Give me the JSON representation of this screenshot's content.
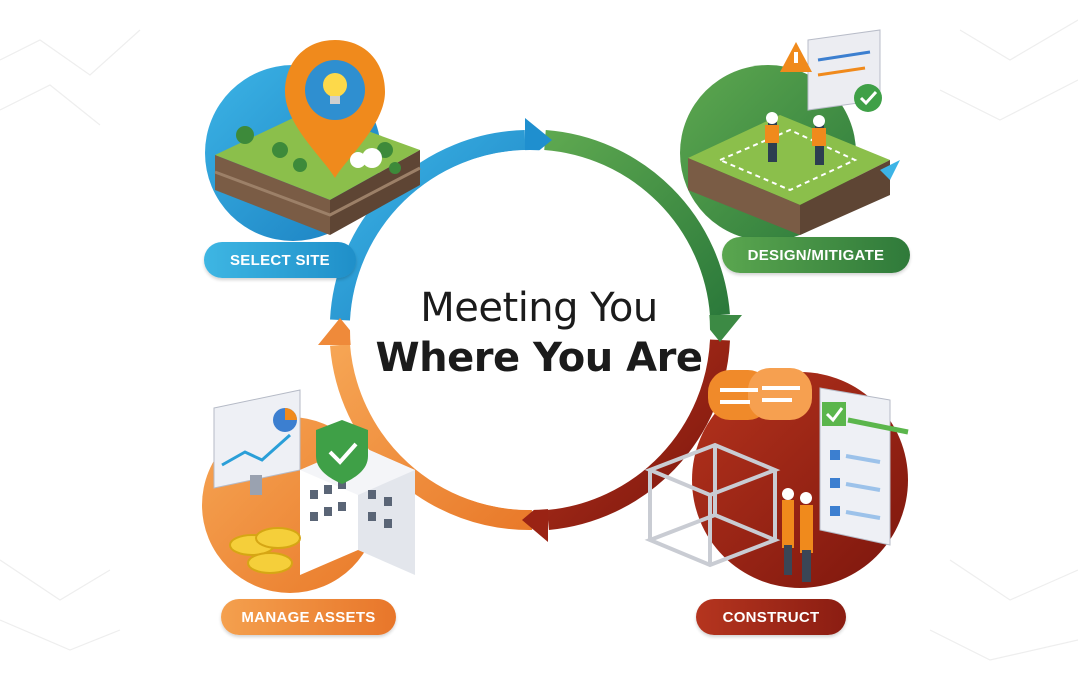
{
  "title": {
    "line1": "Meeting You",
    "line2": "Where You Are"
  },
  "stages": [
    {
      "label": "SELECT SITE",
      "color": "#2a9fd8"
    },
    {
      "label": "DESIGN/MITIGATE",
      "color": "#3f8a44"
    },
    {
      "label": "CONSTRUCT",
      "color": "#9b2414"
    },
    {
      "label": "MANAGE ASSETS",
      "color": "#ef8d3c"
    }
  ],
  "icons": [
    "map-pin-lightbulb-icon",
    "warning-checklist-icon",
    "chat-bubbles-icon",
    "scaffold-icon",
    "checklist-board-icon",
    "shield-check-icon",
    "dashboard-monitor-icon",
    "coins-icon",
    "building-icon"
  ]
}
